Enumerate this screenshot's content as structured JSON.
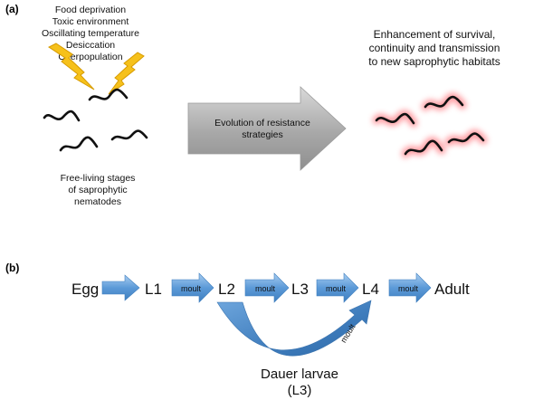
{
  "panel_a": {
    "label": "(a)",
    "stressors": [
      "Food deprivation",
      "Toxic environment",
      "Oscillating temperature",
      "Desiccation",
      "Overpopulation"
    ],
    "left_caption": [
      "Free-living stages",
      "of saprophytic",
      "nematodes"
    ],
    "arrow_text": [
      "Evolution of resistance",
      "strategies"
    ],
    "outcome": [
      "Enhancement of survival,",
      "continuity and transmission",
      "to new saprophytic habitats"
    ]
  },
  "panel_b": {
    "label": "(b)",
    "stages": [
      "Egg",
      "L1",
      "L2",
      "L3",
      "L4",
      "Adult"
    ],
    "moult_label": "moult",
    "dauer": [
      "Dauer larvae",
      "(L3)"
    ]
  },
  "colors": {
    "lightning": "#f6c11b",
    "lightning_edge": "#d79b00",
    "arrow_grey": "#a6a6a6",
    "arrow_blue": "#4f8fd0",
    "arrow_blue_light": "#8dbbe8",
    "glow": "#e8323c",
    "worm": "#111111"
  }
}
